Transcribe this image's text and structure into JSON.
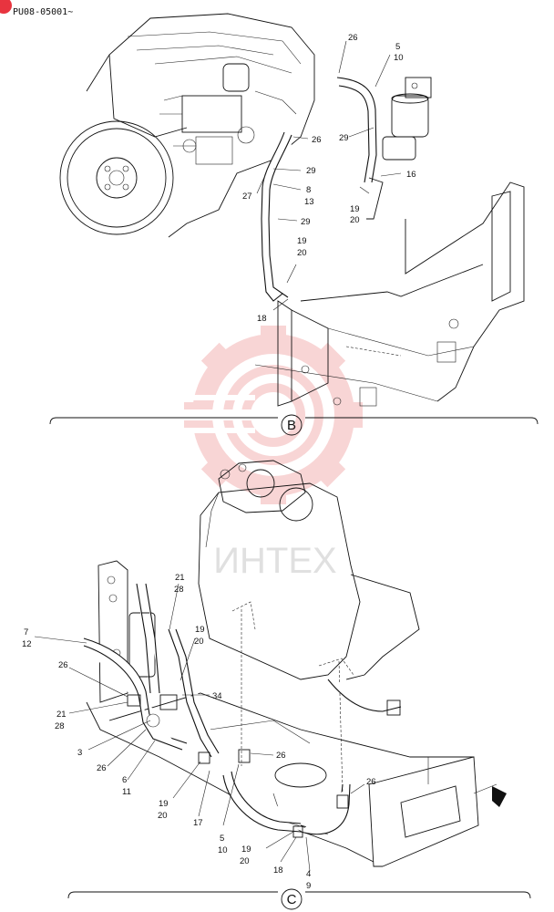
{
  "header": {
    "doc_code": "PU08-05001~",
    "marker_color": "#e8343f"
  },
  "watermark": {
    "text": "ИНТЕХ",
    "color": "#f2a9a9"
  },
  "sections": [
    {
      "id": "B",
      "letter": "B"
    },
    {
      "id": "C",
      "letter": "C"
    }
  ],
  "callouts_b": [
    "26",
    "5",
    "10",
    "29",
    "26",
    "29",
    "16",
    "27",
    "8",
    "13",
    "19",
    "20",
    "29",
    "19",
    "20",
    "18"
  ],
  "callouts_c": [
    "21",
    "28",
    "19",
    "20",
    "7",
    "12",
    "26",
    "34",
    "21",
    "28",
    "3",
    "26",
    "6",
    "11",
    "26",
    "19",
    "20",
    "17",
    "26",
    "5",
    "10",
    "19",
    "20",
    "18",
    "4",
    "9"
  ]
}
